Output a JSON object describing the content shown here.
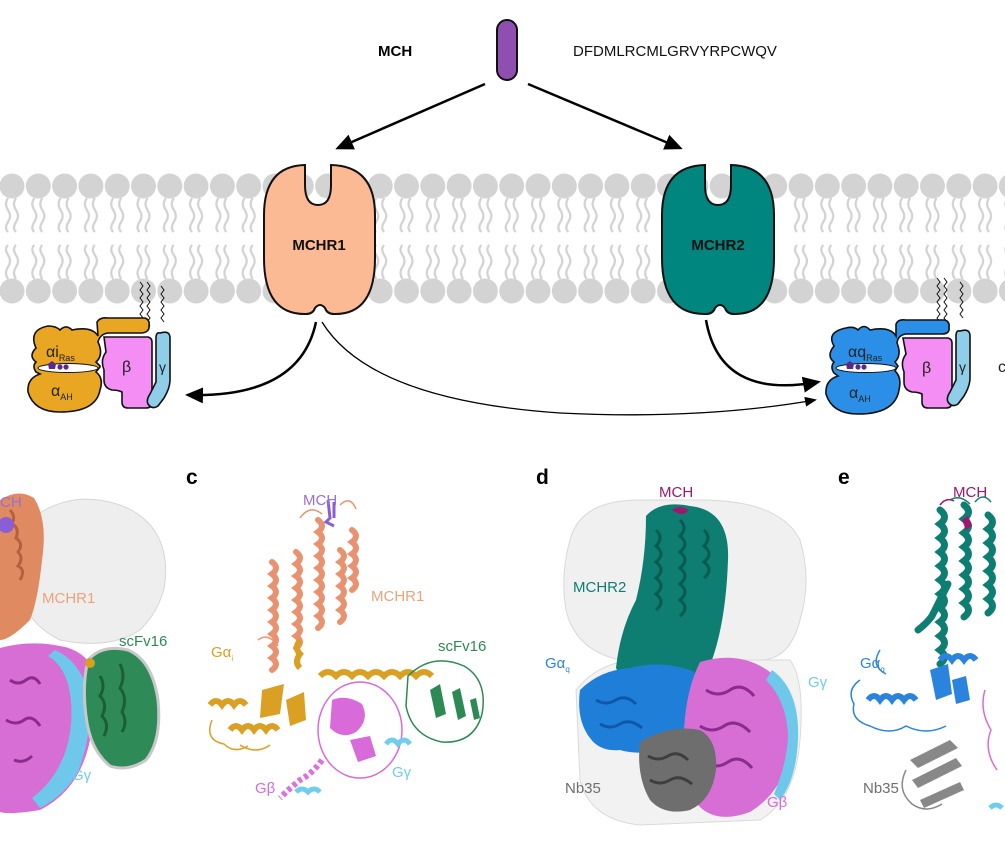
{
  "figure": {
    "ligand": {
      "name": "MCH",
      "sequence": "DFDMLRCMLGRVYRPCWQV",
      "color": "#8e4fb0"
    },
    "receptors": [
      {
        "name": "MCHR1",
        "color": "#fbb994"
      },
      {
        "name": "MCHR2",
        "color": "#00857f"
      }
    ],
    "g_proteins": [
      {
        "id": "gi",
        "alpha_ras": "αi",
        "alpha_ras_sub": "Ras",
        "alpha_ah": "α",
        "alpha_ah_sub": "AH",
        "beta": "β",
        "gamma": "γ",
        "alpha_color": "#e8a623",
        "beta_color": "#f48ef4",
        "gamma_color": "#8fcde9"
      },
      {
        "id": "gq",
        "alpha_ras": "αq",
        "alpha_ras_sub": "Ras",
        "alpha_ah": "α",
        "alpha_ah_sub": "AH",
        "beta": "β",
        "gamma": "γ",
        "alpha_color": "#2b8fe8",
        "beta_color": "#f48ef4",
        "gamma_color": "#8fcde9",
        "trailing_label": "c"
      }
    ],
    "membrane_color": "#d3d3d3"
  },
  "panels": {
    "b": {
      "labels": {
        "mch": "CH",
        "receptor": "MCHR1",
        "scfv": "scFv16",
        "ggamma": "Gγ"
      }
    },
    "c": {
      "letter": "c",
      "labels": {
        "mch": "MCH",
        "receptor": "MCHR1",
        "galpha": "Gα",
        "galpha_sub": "i",
        "scfv": "scFv16",
        "gbeta": "Gβ",
        "ggamma": "Gγ"
      }
    },
    "d": {
      "letter": "d",
      "labels": {
        "mch": "MCH",
        "receptor": "MCHR2",
        "galpha": "Gα",
        "galpha_sub": "q",
        "ggamma": "Gγ",
        "nb": "Nb35",
        "gbeta": "Gβ"
      }
    },
    "e": {
      "letter": "e",
      "labels": {
        "mch": "MCH",
        "galpha": "Gα",
        "galpha_sub": "q",
        "nb": "Nb35"
      }
    }
  },
  "colors": {
    "mch_panel_bc": "#9a6fd8",
    "mch_panel_de": "#a0156f",
    "mchr1_label": "#eda27c",
    "mchr1_ribbon": "#e99270",
    "mchr2": "#0e7d72",
    "galpha_i": "#d9a024",
    "galpha_q": "#2a84de",
    "gbeta": "#d96ad9",
    "ggamma": "#6fcdee",
    "scfv": "#2d8a54",
    "nb35": "#6e6e6e"
  }
}
